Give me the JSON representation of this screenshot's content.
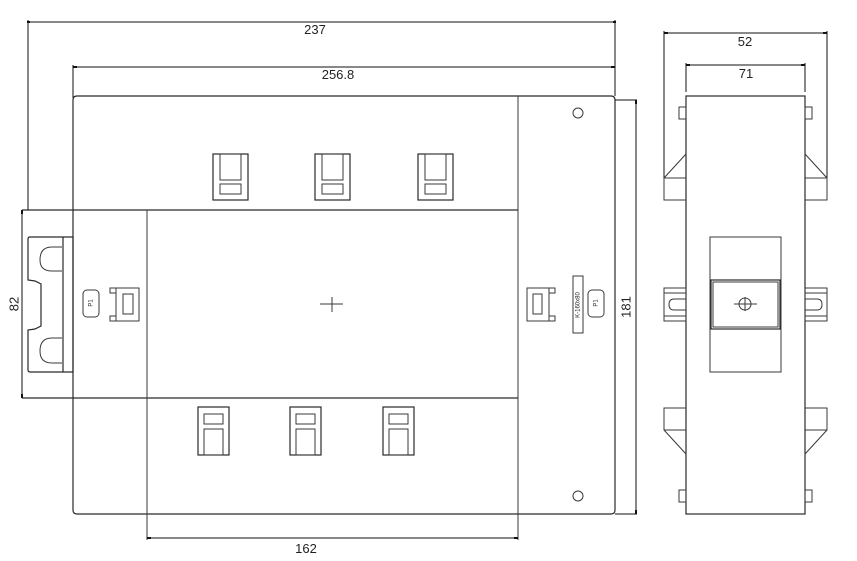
{
  "drawing": {
    "type": "technical-dimension-drawing",
    "line_color": "#2a2a2a",
    "background": "#ffffff",
    "front_view": {
      "dimensions": {
        "top_outer": "237",
        "top_inner": "256.8",
        "left_height": "82",
        "right_height": "181",
        "bottom_width": "162"
      },
      "labels": {
        "left_terminal": "P1",
        "right_terminal": "P1",
        "model": "K-160x80"
      },
      "terminals_top": 3,
      "terminals_bottom": 3
    },
    "side_view": {
      "dimensions": {
        "outer_width": "52",
        "body_width": "71"
      }
    }
  }
}
